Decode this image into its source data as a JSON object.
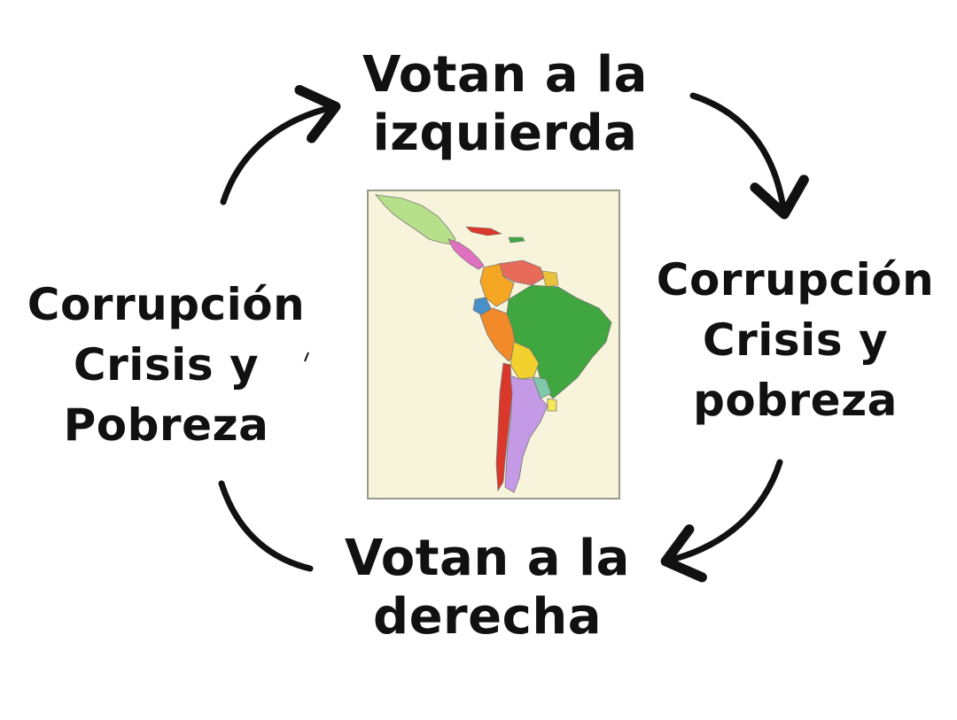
{
  "top_label": {
    "line1": "Votan a la",
    "line2": "izquierda"
  },
  "right_label": {
    "line1": "Corrupción",
    "line2": "Crisis y",
    "line3": "pobreza"
  },
  "bottom_label": {
    "line1": "Votan a la",
    "line2": "derecha"
  },
  "left_label": {
    "line1": "Corrupción",
    "line2": "Crisis y",
    "line3": "Pobreza"
  },
  "colors": {
    "text": "#111111",
    "arrow": "#111111",
    "map_background": "#f8f4dc",
    "map_border": "#9a9a8a",
    "brazil": "#3fa640",
    "argentina": "#c49ae6",
    "chile": "#d9382b",
    "peru": "#f28a2a",
    "bolivia": "#f2d12e",
    "colombia": "#f5a623",
    "venezuela": "#e86b5a",
    "mexico": "#b6e08a",
    "paraguay": "#7fc9a8",
    "uruguay": "#f5e65a",
    "ecuador": "#4a90c8",
    "central_america": "#e070c0"
  }
}
